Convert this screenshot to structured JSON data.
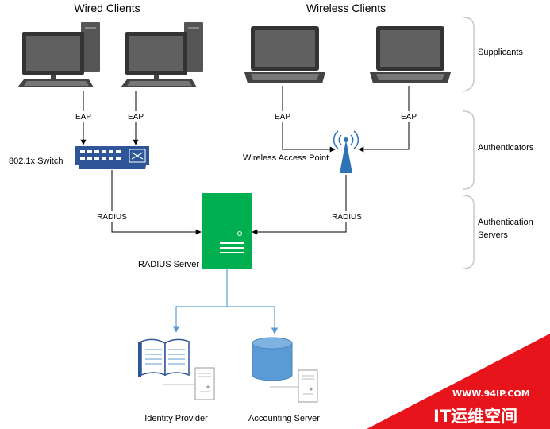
{
  "groups": {
    "wired_title": "Wired Clients",
    "wireless_title": "Wireless Clients"
  },
  "roles": {
    "supplicants": "Supplicants",
    "authenticators": "Authenticators",
    "auth_servers_line1": "Authentication",
    "auth_servers_line2": "Servers"
  },
  "nodes": {
    "switch": "802.1x Switch",
    "access_point": "Wireless Access Point",
    "radius_server": "RADIUS Server",
    "identity_provider": "Identity Provider",
    "accounting_server": "Accounting Server"
  },
  "links": {
    "eap": "EAP",
    "radius": "RADIUS"
  },
  "watermark": {
    "url": "WWW.94IP.COM",
    "text": "IT运维空间"
  },
  "colors": {
    "line": "#000000",
    "blue_line": "#5b9bd5",
    "server_green": "#00b050",
    "switch_blue": "#2e5597",
    "antenna_blue": "#2e74b5",
    "db_blue": "#5b9bd5",
    "watermark_red": "#e8141c",
    "brace_gray": "#c8c8c8",
    "monitor_dark": "#3a3a3a"
  }
}
